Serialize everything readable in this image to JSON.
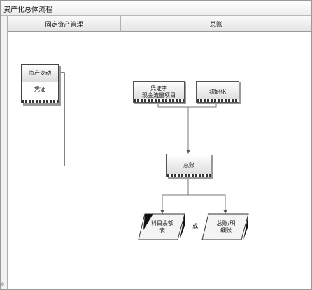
{
  "window": {
    "title": "资产化总体流程"
  },
  "lanes": [
    {
      "label": "固定资产管理"
    },
    {
      "label": "总账"
    }
  ],
  "nodes": {
    "asset_change": {
      "line1": "资产变动",
      "line2": "凭证"
    },
    "voucher_cashflow": {
      "line1": "凭证字",
      "line2": "现金流量项目"
    },
    "initialize": {
      "label": "初始化"
    },
    "ledger": {
      "label": "总账"
    },
    "subject_balance": {
      "line1": "科目余额",
      "line2": "表"
    },
    "ledger_detail": {
      "line1": "总账/明",
      "line2": "细账"
    },
    "edge_label": {
      "label": "或"
    }
  },
  "strip_mark": "8"
}
